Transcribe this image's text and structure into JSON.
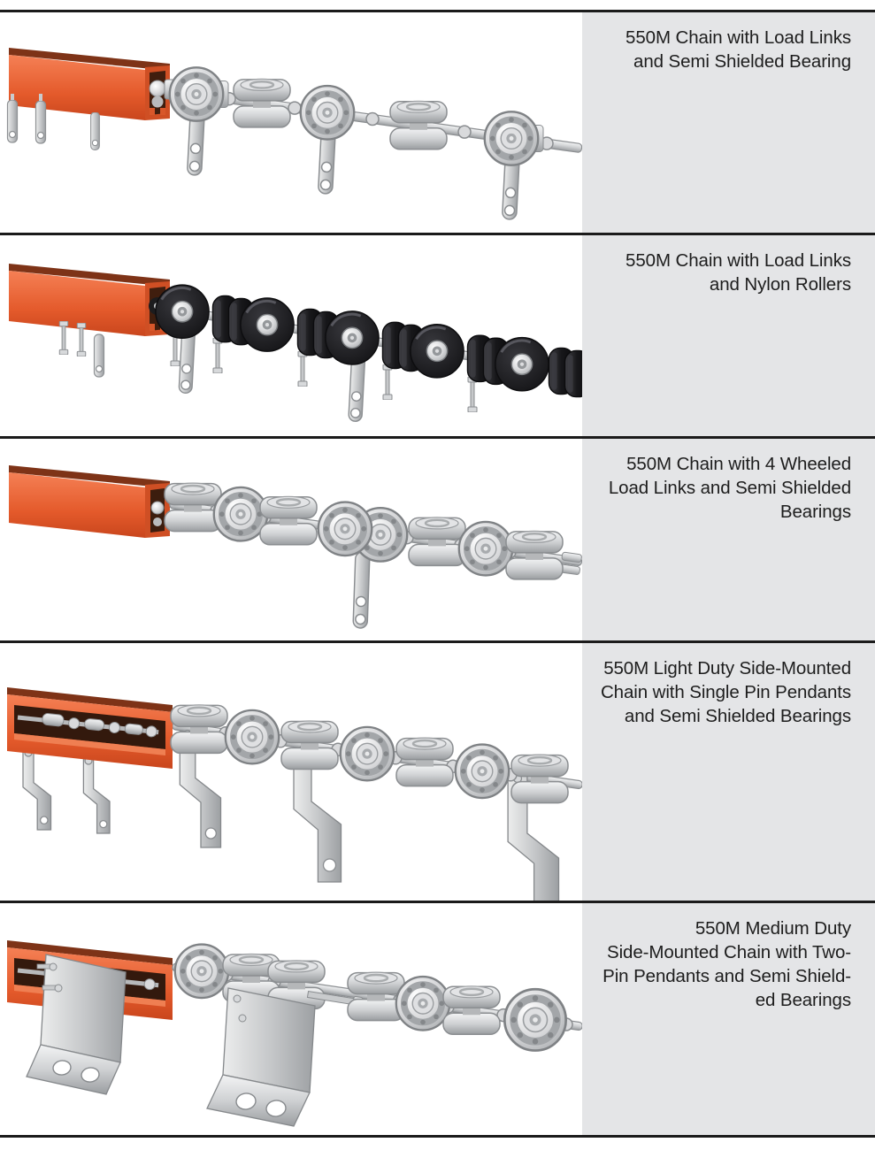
{
  "page": {
    "background": "#ffffff",
    "panel_background": "#e4e5e7",
    "divider_color": "#1b1b1b",
    "text_color": "#1d1d1d",
    "rail_orange": "#e7602f",
    "metal_gray": "#c9cbcd",
    "nylon_black": "#1b1b1e"
  },
  "rows": [
    {
      "title": "550M Chain with Load Links\nand Semi Shielded Bearing",
      "illustration": "orange-track-with-chain-load-links-and-semi-shielded-bearings"
    },
    {
      "title": "550M Chain with Load Links\nand Nylon Rollers",
      "illustration": "orange-track-with-chain-load-links-and-black-nylon-rollers"
    },
    {
      "title": "550M Chain with 4 Wheeled\nLoad Links and Semi Shielded\nBearings",
      "illustration": "orange-track-with-four-wheeled-load-links-and-bearings"
    },
    {
      "title": "550M Light Duty Side-Mounted\nChain with Single Pin Pendants\nand Semi Shielded Bearings",
      "illustration": "side-mounted-track-with-single-pin-z-pendants-and-bearings"
    },
    {
      "title": "550M Medium Duty\nSide-Mounted Chain with Two-\nPin Pendants and Semi Shield-\ned Bearings",
      "illustration": "side-mounted-track-with-two-pin-pendant-plates-and-bearings"
    }
  ]
}
